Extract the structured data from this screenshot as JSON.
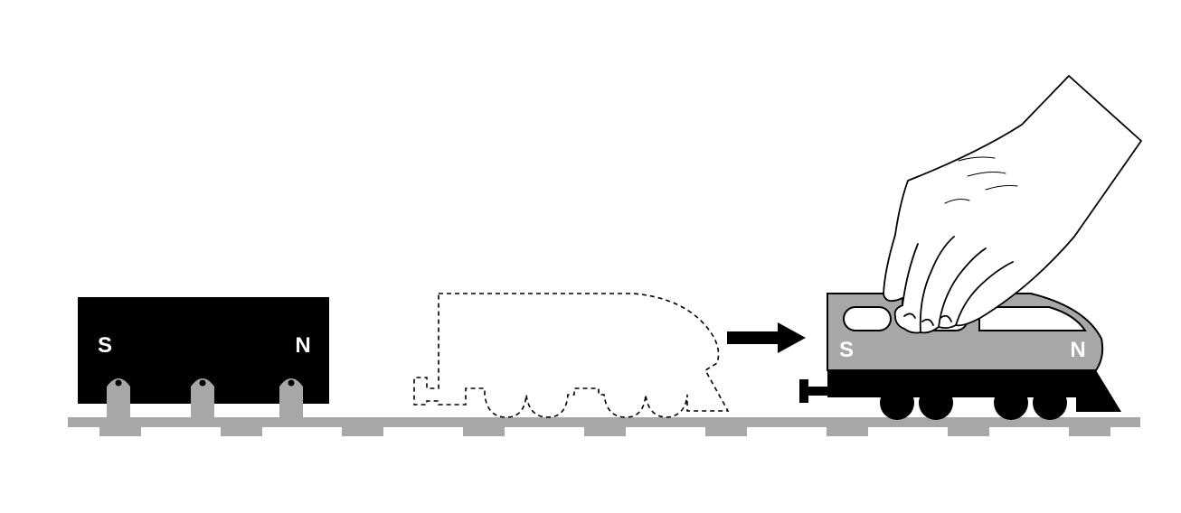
{
  "magnet": {
    "south_label": "S",
    "north_label": "N",
    "color": "#000000"
  },
  "train": {
    "south_label": "S",
    "north_label": "N",
    "body_color": "#a7a7a9",
    "wheel_color": "#000000"
  },
  "colors": {
    "track": "#a7a7a9",
    "ghost_outline": "#000000",
    "arrow": "#000000",
    "hand_outline": "#000000"
  },
  "icons": {
    "arrow": "right-arrow-icon",
    "hand": "hand-icon",
    "ghost": "dashed-train-outline"
  }
}
